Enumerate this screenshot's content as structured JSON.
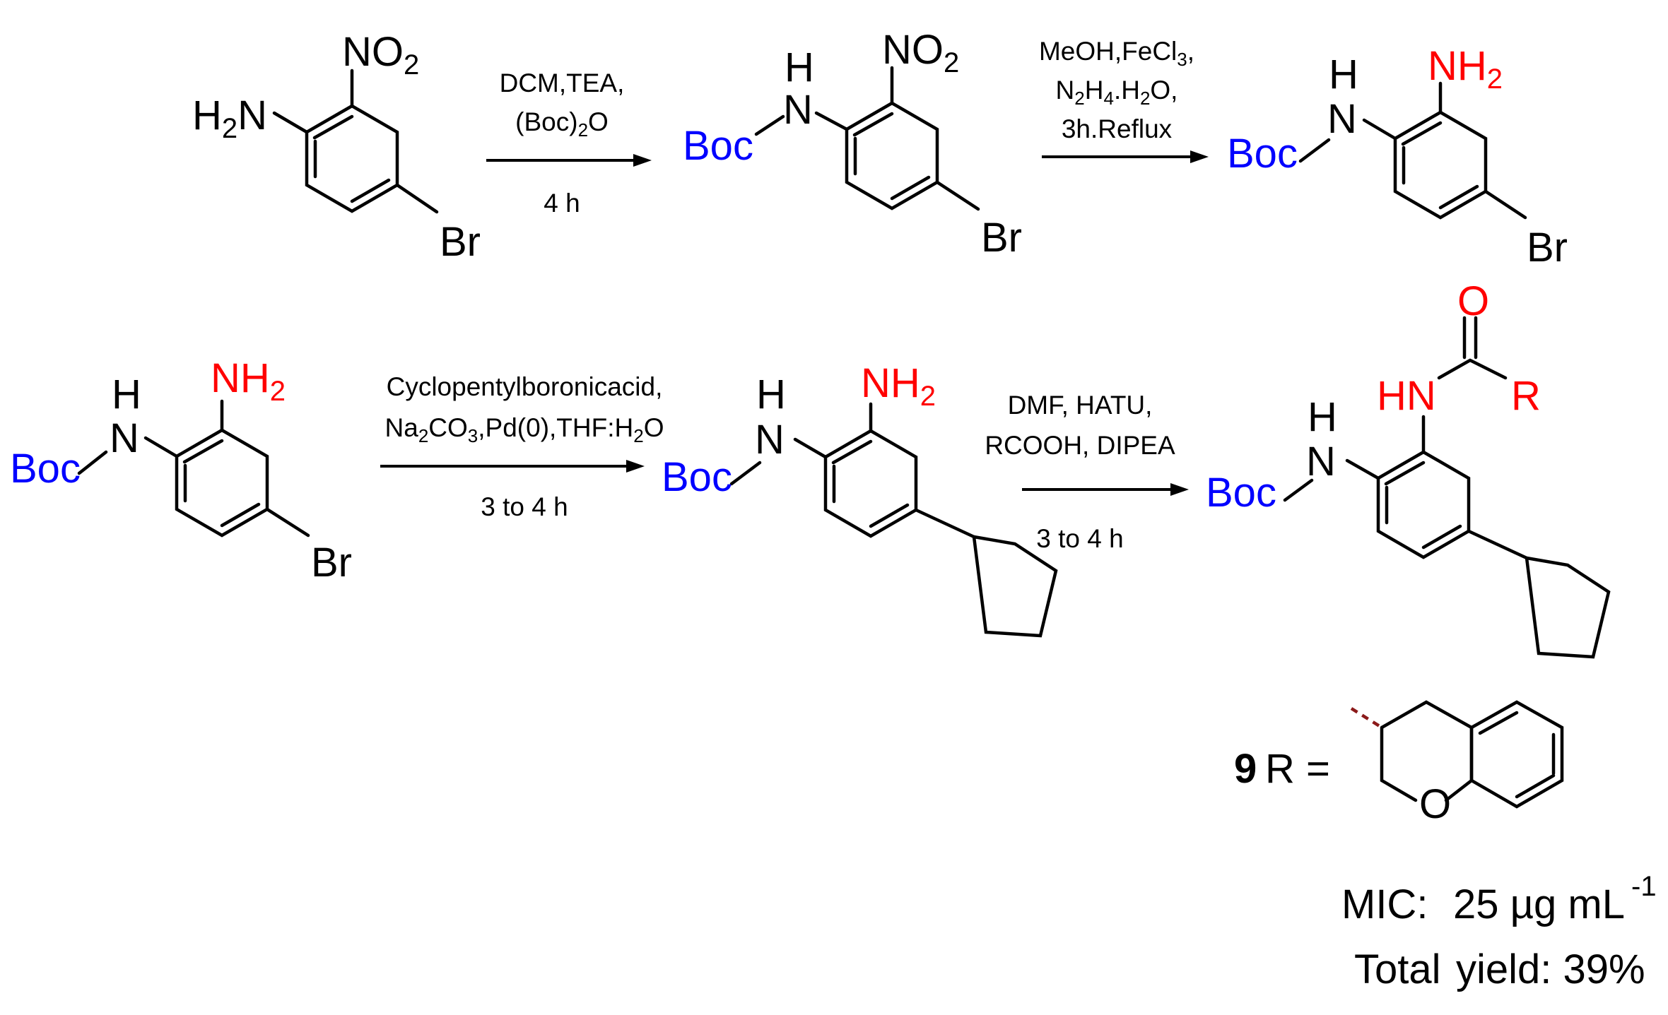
{
  "colors": {
    "boc": "#0000ff",
    "highlight": "#ff0000",
    "text": "#000000",
    "attachment": "#8b1a1a"
  },
  "atoms": {
    "nitro": "NO",
    "sub2": "2",
    "amine": "H N",
    "amine_head": "H",
    "amine_tail": "N",
    "bromo": "Br",
    "boc": "Boc",
    "h": "H",
    "n": "N",
    "nh": "NH",
    "hn": "HN",
    "o": "O",
    "r": "R"
  },
  "steps": [
    {
      "id": "step1",
      "conditions": [
        "DCM,TEA,",
        "(Boc)2O"
      ],
      "time": "4 h"
    },
    {
      "id": "step2",
      "conditions": [
        "MeOH,FeCl3,",
        "N2H4.H2O,",
        "3h.Reflux"
      ]
    },
    {
      "id": "step3",
      "conditions": [
        "Cyclopentylboronicacid,",
        "Na2CO3,Pd(0),THF:H2O"
      ],
      "time": "3 to 4 h"
    },
    {
      "id": "step4",
      "conditions": [
        "DMF, HATU,",
        "RCOOH, DIPEA"
      ],
      "time": "3 to 4 h"
    }
  ],
  "result": {
    "compound_number": "9",
    "r_label": "R =",
    "mic_label": "MIC:",
    "mic_value": "25 µg mL",
    "mic_exponent": "-1",
    "yield_label": "Total",
    "yield_value": "yield: 39%"
  }
}
